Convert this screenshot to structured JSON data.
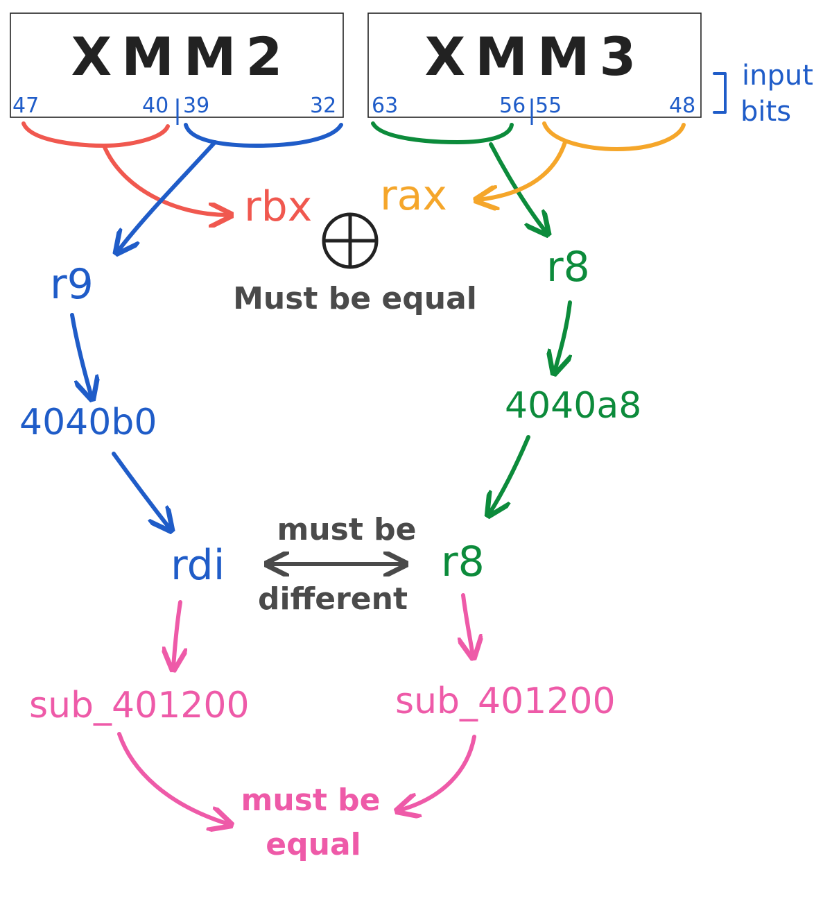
{
  "colors": {
    "red": "#f0584f",
    "blue": "#1f5cc8",
    "green": "#0c8b3b",
    "orange": "#f5a62a",
    "pink": "#ee5aa8",
    "gray": "#4a4a4a",
    "dark": "#222222"
  },
  "registers": {
    "xmm2": "XMM2",
    "xmm3": "XMM3"
  },
  "bits": {
    "b47": "47",
    "b40": "40",
    "b39": "39",
    "b32": "32",
    "b63": "63",
    "b56": "56",
    "b55": "55",
    "b48": "48"
  },
  "input_bits_label": {
    "line1": "input",
    "line2": "bits"
  },
  "labels": {
    "rbx": "rbx",
    "rax": "rax",
    "xor_symbol": "⊕",
    "must_be_equal_top": "Must be equal",
    "r9": "r9",
    "r8_top": "r8",
    "addr_left": "4040b0",
    "addr_right": "4040a8",
    "rdi": "rdi",
    "r8_bottom": "r8",
    "must_be_different_line1": "must be",
    "must_be_different_line2": "different",
    "sub_left": "sub_401200",
    "sub_right": "sub_401200",
    "must_be_equal_bottom_line1": "must be",
    "must_be_equal_bottom_line2": "equal"
  }
}
